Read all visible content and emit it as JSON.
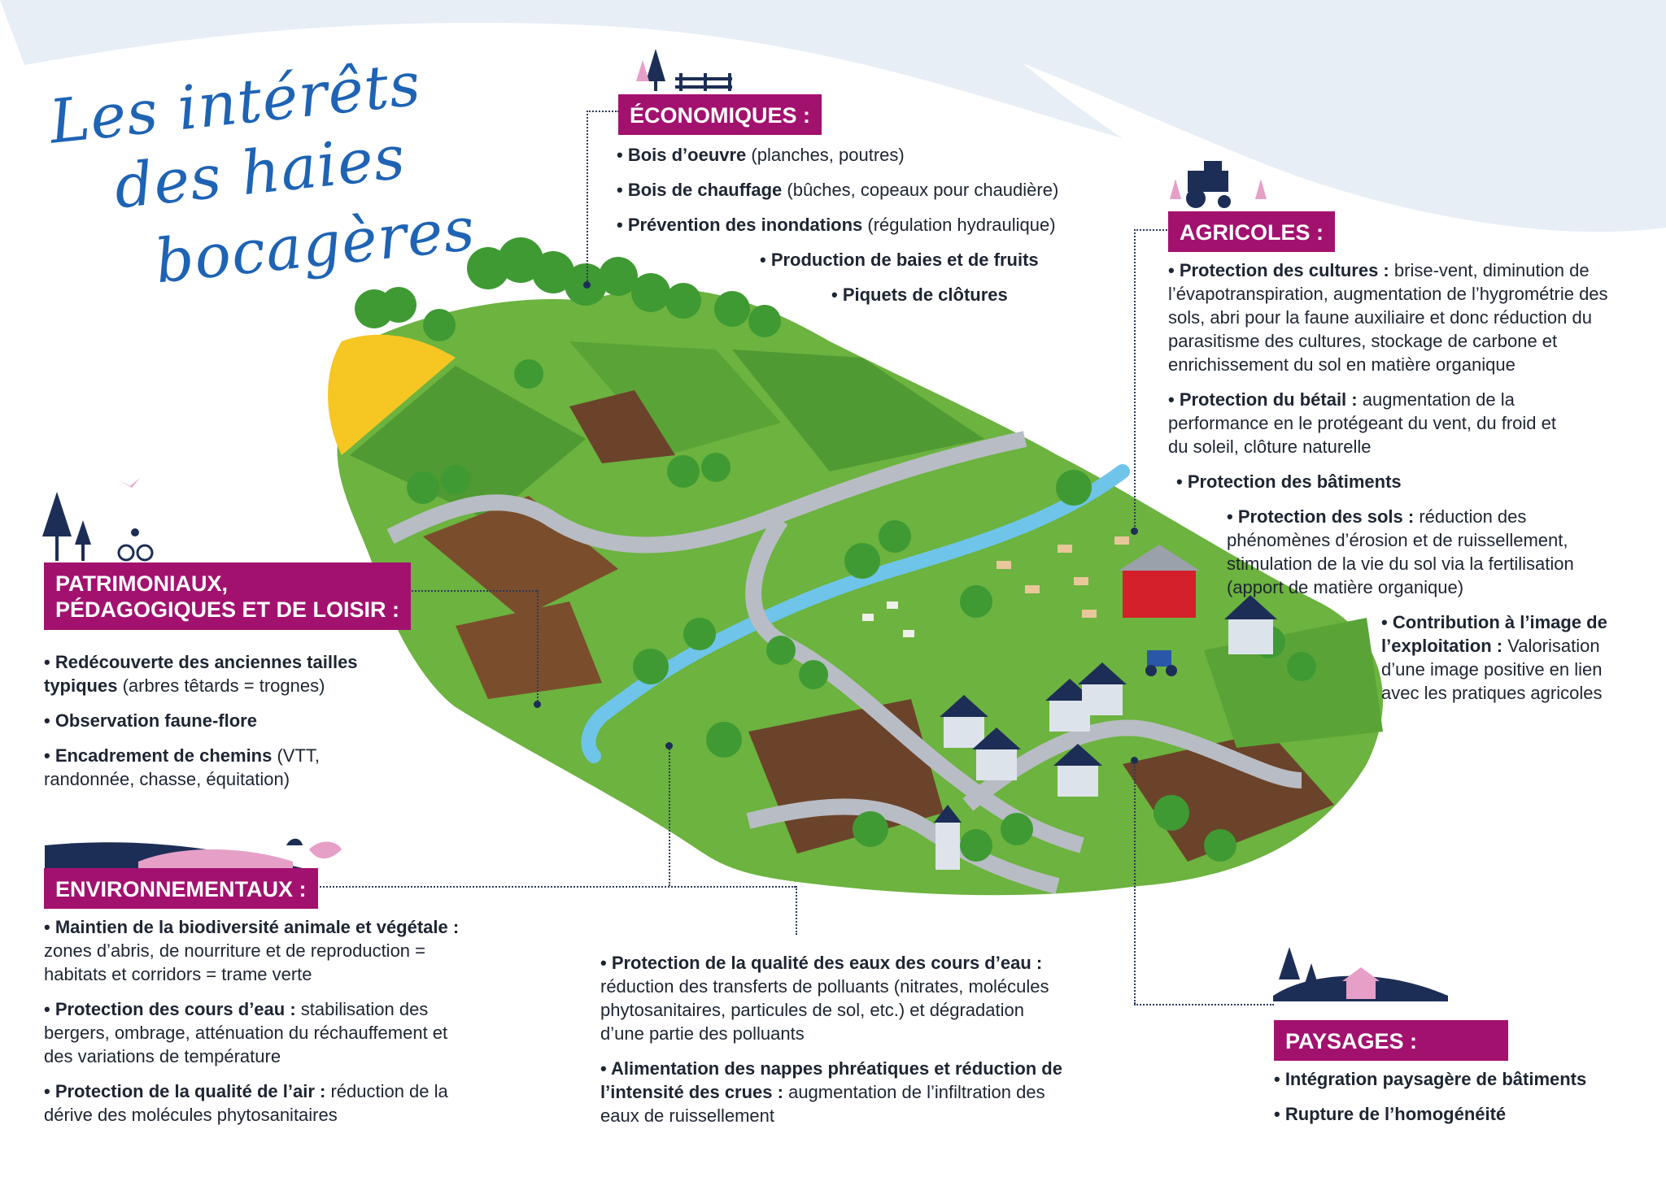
{
  "title": {
    "line1": "Les intérêts",
    "line2": "des haies",
    "line3": "bocagères"
  },
  "economiques": {
    "header": "ÉCONOMIQUES :",
    "items": [
      {
        "bold": "• Bois d’oeuvre",
        "text": " (planches, poutres)"
      },
      {
        "bold": "• Bois de chauffage",
        "text": " (bûches, copeaux pour chaudière)"
      },
      {
        "bold": "• Prévention des inondations",
        "text": " (régulation hydraulique)"
      },
      {
        "bold": "• Production de baies et de fruits",
        "text": ""
      },
      {
        "bold": "• Piquets de clôtures",
        "text": ""
      }
    ]
  },
  "agricoles": {
    "header": "AGRICOLES :",
    "items": [
      {
        "bold": "• Protection des cultures :",
        "text": " brise-vent, diminution de l’évapotranspiration, augmentation de l’hygrométrie des sols, abri pour la faune auxiliaire et donc réduction du parasitisme des cultures, stockage de carbone et enrichissement du sol en matière organique"
      },
      {
        "bold": "• Protection du bétail :",
        "text": " augmentation de la performance en le protégeant du vent, du froid et du soleil, clôture naturelle"
      },
      {
        "bold": "• Protection des bâtiments",
        "text": ""
      },
      {
        "bold": "• Protection des sols :",
        "text": " réduction des phénomènes d’érosion et de ruissellement, stimulation de la vie du sol via la fertilisation (apport de matière organique)"
      },
      {
        "bold": "• Contribution à l’image de l’exploitation :",
        "text": " Valorisation d’une image positive en lien avec les pratiques agricoles"
      }
    ]
  },
  "patrimoniaux": {
    "header_line1": "PATRIMONIAUX,",
    "header_line2": "PÉDAGOGIQUES ET DE LOISIR :",
    "items": [
      {
        "bold": "• Redécouverte des anciennes tailles typiques",
        "text": " (arbres têtards = trognes)"
      },
      {
        "bold": "• Observation faune-flore",
        "text": ""
      },
      {
        "bold": "• Encadrement de chemins",
        "text": " (VTT, randonnée, chasse, équitation)"
      }
    ]
  },
  "environnementaux": {
    "header": "ENVIRONNEMENTAUX :",
    "items": [
      {
        "bold": "• Maintien de la biodiversité animale et végétale :",
        "text": " zones d’abris, de nourriture et de reproduction = habitats et corridors = trame verte"
      },
      {
        "bold": "• Protection des cours d’eau :",
        "text": " stabilisation des bergers, ombrage, atténuation du réchauffement et des variations de température"
      },
      {
        "bold": "• Protection de la qualité de l’air :",
        "text": " réduction de la dérive des molécules phytosanitaires"
      }
    ]
  },
  "eaux": {
    "items": [
      {
        "bold": "• Protection de la qualité des eaux des cours d’eau :",
        "text": " réduction des transferts de polluants (nitrates, molécules phytosanitaires, particules de sol, etc.) et dégradation d’une partie des polluants"
      },
      {
        "bold": "• Alimentation des nappes phréatiques et réduction de l’intensité des crues :",
        "text": " augmentation de l’infiltration des eaux de ruissellement"
      }
    ]
  },
  "paysages": {
    "header": "PAYSAGES :",
    "items": [
      {
        "bold": "• Intégration paysagère de bâtiments",
        "text": ""
      },
      {
        "bold": "• Rupture de l’homogénéité",
        "text": ""
      }
    ]
  },
  "colors": {
    "magenta": "#a3116f",
    "navy": "#1d2e56",
    "title_blue": "#1e63b4",
    "grass": "#6cb33f",
    "tree": "#3f9a33",
    "water": "#6fc4ea"
  }
}
